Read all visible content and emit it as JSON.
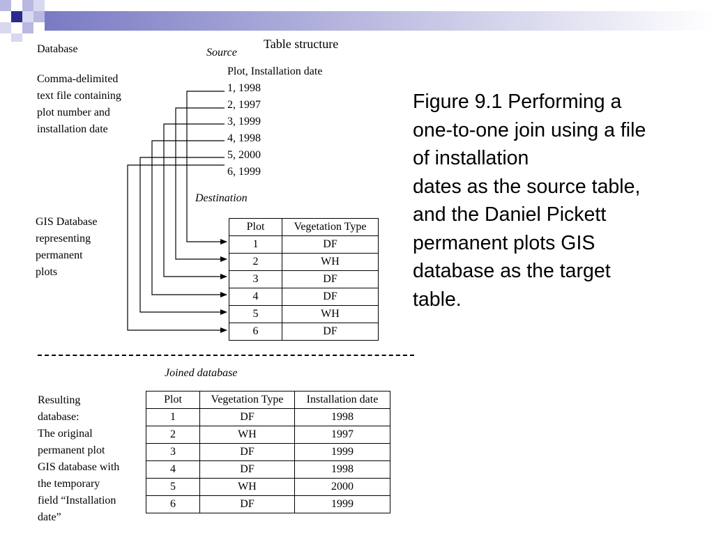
{
  "slide": {
    "title": "Table structure",
    "database_label": "Database",
    "source_label": "Source",
    "destination_label": "Destination",
    "joined_label": "Joined database",
    "source_desc": [
      "Comma-delimited",
      "text file containing",
      "plot number and",
      "installation date"
    ],
    "gis_desc": [
      "GIS Database",
      "representing",
      "permanent",
      "plots"
    ],
    "result_desc": [
      "Resulting",
      "database:",
      "The original",
      "permanent plot",
      "GIS database with",
      "the temporary",
      "field “Installation",
      "date”"
    ],
    "source_lines": [
      "Plot, Installation date",
      "1, 1998",
      "2, 1997",
      "3, 1999",
      "4, 1998",
      "5, 2000",
      "6, 1999"
    ],
    "destination_table": {
      "headers": [
        "Plot",
        "Vegetation Type"
      ],
      "rows": [
        [
          "1",
          "DF"
        ],
        [
          "2",
          "WH"
        ],
        [
          "3",
          "DF"
        ],
        [
          "4",
          "DF"
        ],
        [
          "5",
          "WH"
        ],
        [
          "6",
          "DF"
        ]
      ]
    },
    "joined_table": {
      "headers": [
        "Plot",
        "Vegetation Type",
        "Installation date"
      ],
      "rows": [
        [
          "1",
          "DF",
          "1998"
        ],
        [
          "2",
          "WH",
          "1997"
        ],
        [
          "3",
          "DF",
          "1999"
        ],
        [
          "4",
          "DF",
          "1998"
        ],
        [
          "5",
          "WH",
          "2000"
        ],
        [
          "6",
          "DF",
          "1999"
        ]
      ]
    },
    "caption_lines": [
      "Figure 9.1 Performing a",
      "one-to-one join using a file",
      "of installation",
      "dates as the source table,",
      "and the Daniel Pickett",
      "permanent plots GIS",
      "database as the target",
      "table."
    ]
  },
  "colors": {
    "deco_dark": "#2b2b8f",
    "deco_light": "#b8b8e0",
    "bar_gradient_start": "#7a7ac4",
    "bar_gradient_end": "#ffffff"
  }
}
